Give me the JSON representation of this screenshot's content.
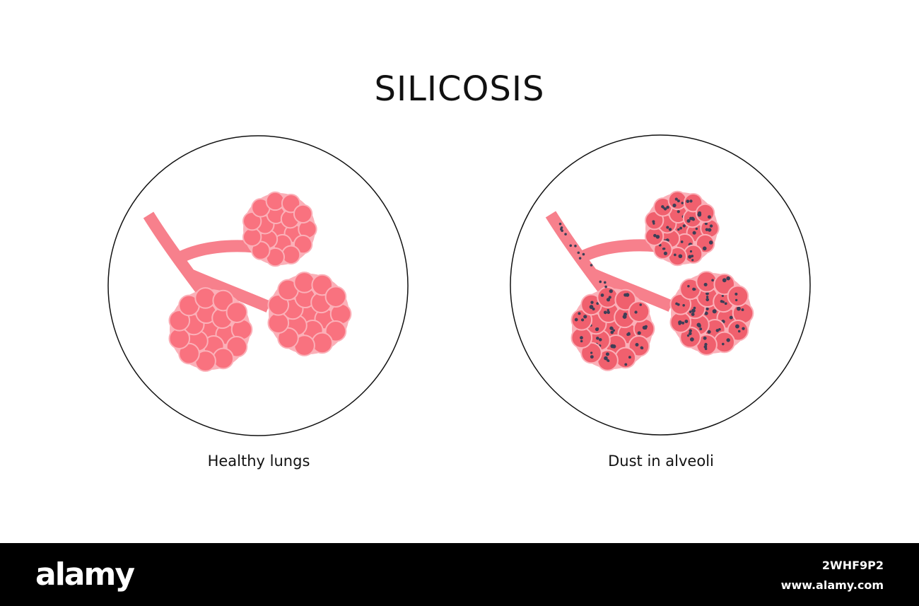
{
  "title": "SILICOSIS",
  "panels": {
    "healthy": {
      "label": "Healthy lungs"
    },
    "dust": {
      "label": "Dust in alveoli"
    }
  },
  "colors": {
    "alveolus_fill": "#f9727f",
    "alveolus_stroke": "#fbb0b8",
    "alveolus_dust_fill": "#f0606e",
    "dust_particle": "#3c3f57",
    "bronchiole": "#f7808c",
    "outline": "#111111",
    "footer_bg": "#000000"
  },
  "footer": {
    "logo": "alamy",
    "image_id": "2WHF9P2",
    "url": "www.alamy.com"
  }
}
